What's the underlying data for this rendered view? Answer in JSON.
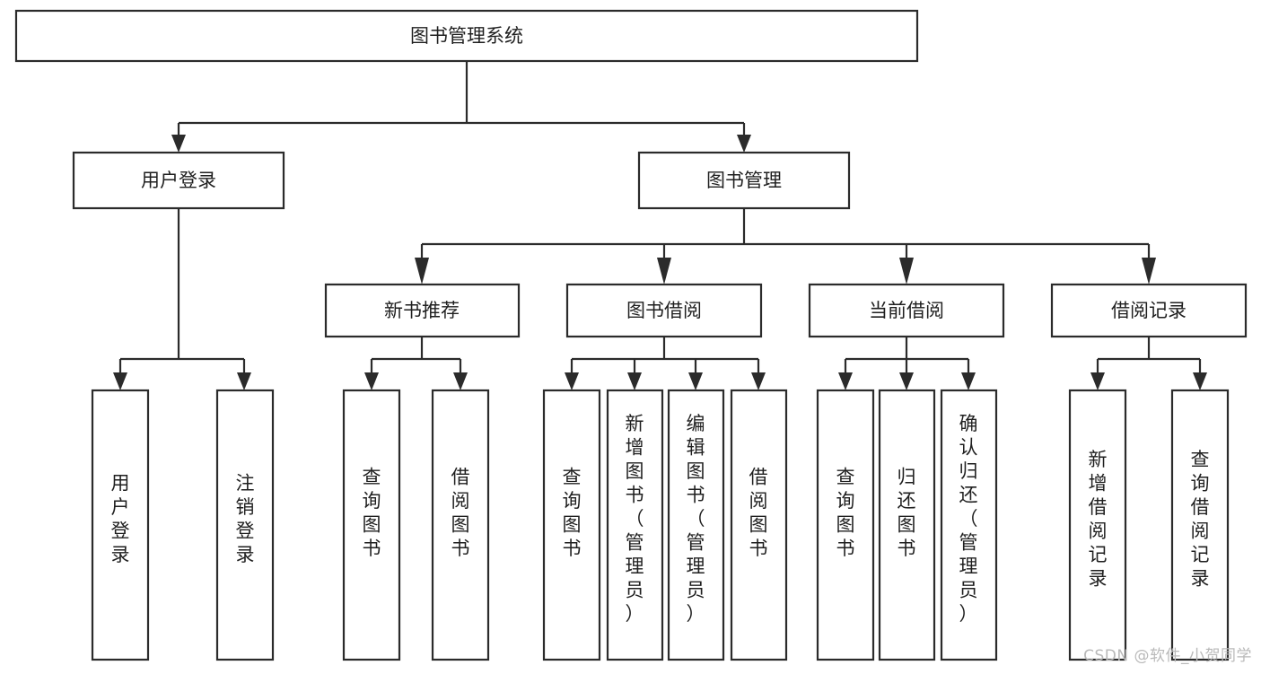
{
  "diagram": {
    "title": "图书管理系统",
    "watermark": "CSDN @软件_小贺同学",
    "root": {
      "id": "root",
      "label": "图书管理系统"
    },
    "level2": [
      {
        "id": "user-login",
        "label": "用户登录"
      },
      {
        "id": "book-manage",
        "label": "图书管理"
      }
    ],
    "level3": [
      {
        "id": "new-book-recommend",
        "label": "新书推荐",
        "parent": "book-manage"
      },
      {
        "id": "book-borrow",
        "label": "图书借阅",
        "parent": "book-manage"
      },
      {
        "id": "current-borrow",
        "label": "当前借阅",
        "parent": "book-manage"
      },
      {
        "id": "borrow-record",
        "label": "借阅记录",
        "parent": "book-manage"
      }
    ],
    "leaves": [
      {
        "id": "leaf-user-login",
        "label": "用户登录",
        "parent": "user-login"
      },
      {
        "id": "leaf-user-logout",
        "label": "注销登录",
        "parent": "user-login"
      },
      {
        "id": "leaf-query-book-1",
        "label": "查询图书",
        "parent": "new-book-recommend"
      },
      {
        "id": "leaf-borrow-book-1",
        "label": "借阅图书",
        "parent": "new-book-recommend"
      },
      {
        "id": "leaf-query-book-2",
        "label": "查询图书",
        "parent": "book-borrow"
      },
      {
        "id": "leaf-add-book",
        "label": "新增图书（管理员）",
        "parent": "book-borrow"
      },
      {
        "id": "leaf-edit-book",
        "label": "编辑图书（管理员）",
        "parent": "book-borrow"
      },
      {
        "id": "leaf-borrow-book-2",
        "label": "借阅图书",
        "parent": "book-borrow"
      },
      {
        "id": "leaf-query-book-3",
        "label": "查询图书",
        "parent": "current-borrow"
      },
      {
        "id": "leaf-return-book",
        "label": "归还图书",
        "parent": "current-borrow"
      },
      {
        "id": "leaf-confirm-return",
        "label": "确认归还（管理员）",
        "parent": "current-borrow"
      },
      {
        "id": "leaf-add-record",
        "label": "新增借阅记录",
        "parent": "borrow-record"
      },
      {
        "id": "leaf-query-record",
        "label": "查询借阅记录",
        "parent": "borrow-record"
      }
    ],
    "colors": {
      "stroke": "#2b2b2b",
      "fill": "#ffffff",
      "text": "#1f1f1f",
      "watermark": "#b9b9b9"
    }
  }
}
